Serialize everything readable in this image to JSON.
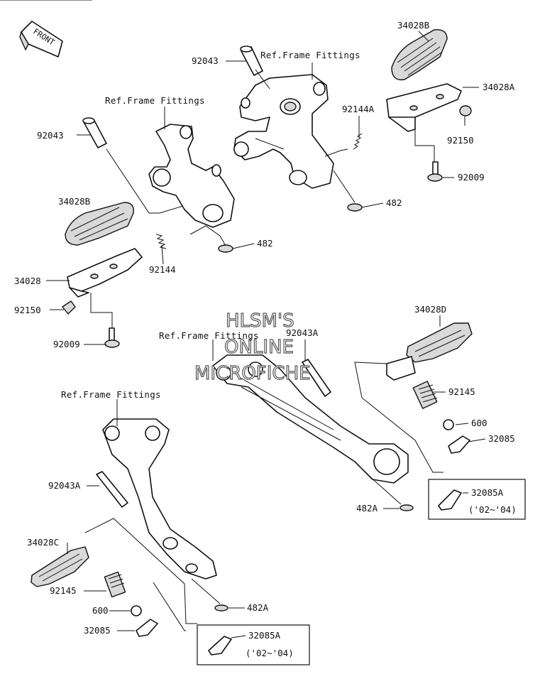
{
  "front_arrow": {
    "label": "FRONT"
  },
  "watermark": {
    "line1": "HLSM'S",
    "line2": "ONLINE",
    "line3": "MICROFICHE"
  },
  "ref_labels": {
    "top_center": "Ref.Frame Fittings",
    "top_left": "Ref.Frame Fittings",
    "middle_center": "Ref.Frame Fittings",
    "middle_left": "Ref.Frame Fittings"
  },
  "parts": {
    "p92043_top": "92043",
    "p92043_left": "92043",
    "p34028B_top": "34028B",
    "p34028A": "34028A",
    "p92144A": "92144A",
    "p92150_right": "92150",
    "p92009_right": "92009",
    "p482_top": "482",
    "p482_left": "482",
    "p34028B_left": "34028B",
    "p92144": "92144",
    "p34028": "34028",
    "p92150_left": "92150",
    "p92009_left": "92009",
    "p34028D": "34028D",
    "p92043A_center": "92043A",
    "p92145_right": "92145",
    "p600_right": "600",
    "p32085_right": "32085",
    "p32085A_right": "32085A",
    "p482A_right": "482A",
    "p92043A_left": "92043A",
    "p34028C": "34028C",
    "p92145_left": "92145",
    "p600_left": "600",
    "p32085_left": "32085",
    "p482A_left": "482A",
    "p32085A_left": "32085A"
  },
  "notes": {
    "right_years": "('02~'04)",
    "left_years": "('02~'04)"
  }
}
